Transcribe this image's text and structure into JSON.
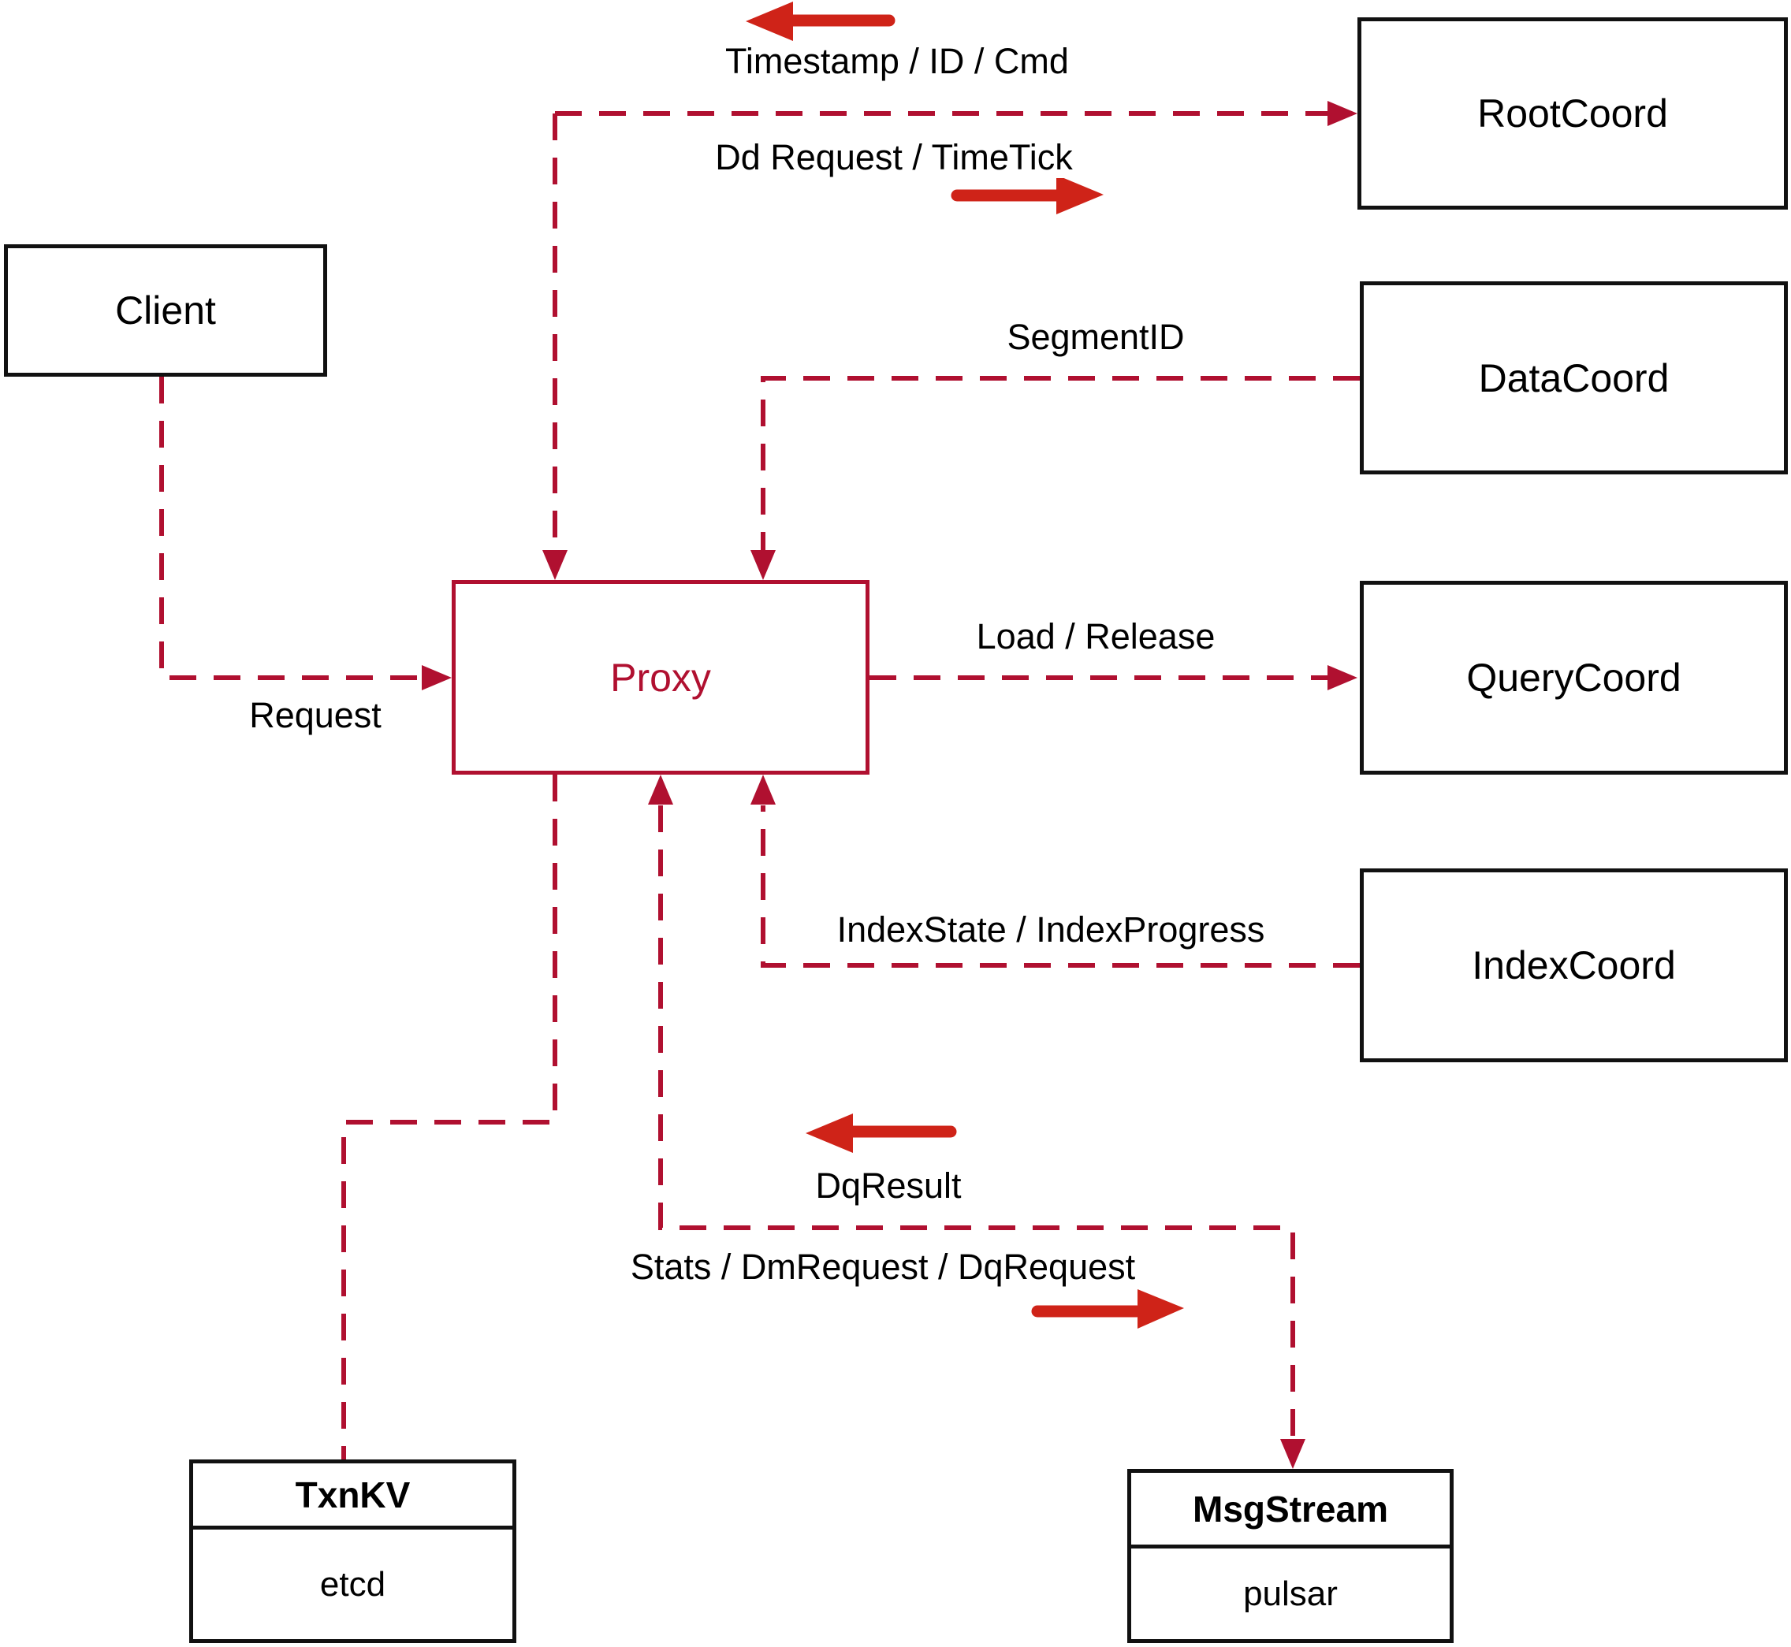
{
  "diagram": {
    "nodes": {
      "client": {
        "label": "Client"
      },
      "proxy": {
        "label": "Proxy"
      },
      "root_coord": {
        "label": "RootCoord"
      },
      "data_coord": {
        "label": "DataCoord"
      },
      "query_coord": {
        "label": "QueryCoord"
      },
      "index_coord": {
        "label": "IndexCoord"
      },
      "txn_kv": {
        "title": "TxnKV",
        "subtitle": "etcd"
      },
      "msg_stream": {
        "title": "MsgStream",
        "subtitle": "pulsar"
      }
    },
    "edge_labels": {
      "timestamp_id_cmd": "Timestamp / ID / Cmd",
      "dd_request_timetick": "Dd Request / TimeTick",
      "segment_id": "SegmentID",
      "request": "Request",
      "load_release": "Load / Release",
      "index_state": "IndexState / IndexProgress",
      "dq_result": "DqResult",
      "stats_dm_dq": "Stats / DmRequest / DqRequest"
    },
    "colors": {
      "line": "#b01030",
      "arrow": "#cf2318",
      "box_border": "#111111",
      "text": "#000000",
      "background": "#ffffff"
    }
  }
}
